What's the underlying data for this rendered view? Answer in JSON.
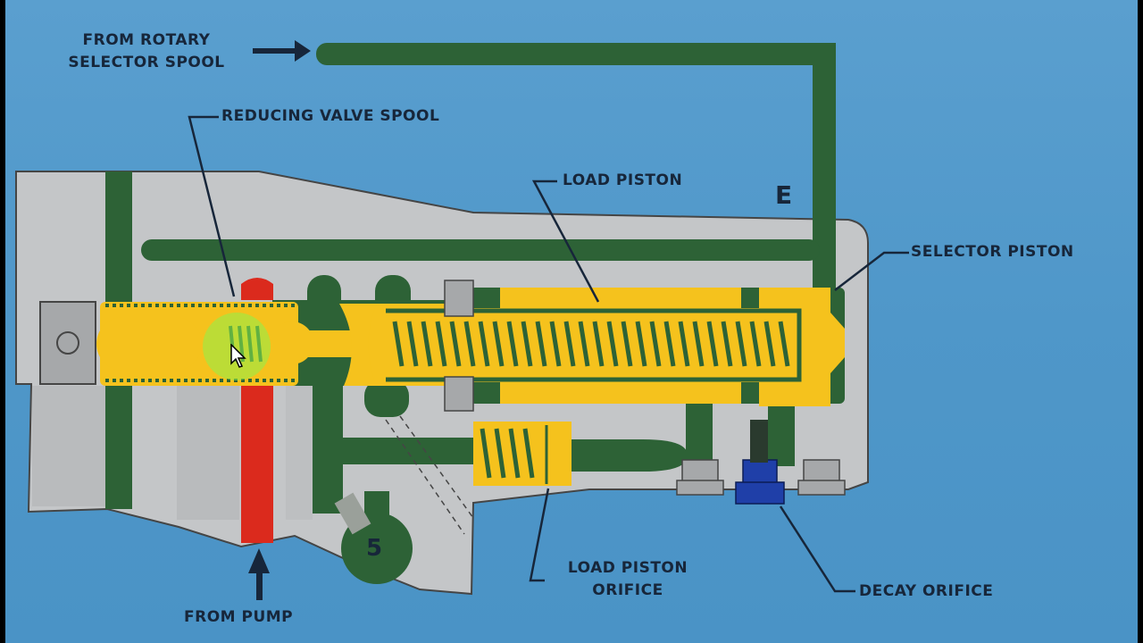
{
  "labels": {
    "from_rotary_line1": "FROM ROTARY",
    "from_rotary_line2": "SELECTOR SPOOL",
    "reducing_valve_spool": "REDUCING VALVE SPOOL",
    "load_piston": "LOAD PISTON",
    "port_e": "E",
    "selector_piston": "SELECTOR PISTON",
    "load_piston_orifice_line1": "LOAD PISTON",
    "load_piston_orifice_line2": "ORIFICE",
    "decay_orifice": "DECAY ORIFICE",
    "from_pump": "FROM PUMP",
    "check_valve_number": "5"
  },
  "colors": {
    "background": "#4f97c9",
    "housing": "#c4c6c8",
    "passage": "#2d6236",
    "spool_oil": "#f5c21d",
    "pump_pressure": "#db2a1d",
    "decay_orifice": "#1f3fa8",
    "label_text": "#17263a",
    "cursor_highlight": "#8cf24a"
  },
  "icons": [
    "arrow-right-icon",
    "arrow-up-icon",
    "mouse-cursor-icon"
  ]
}
